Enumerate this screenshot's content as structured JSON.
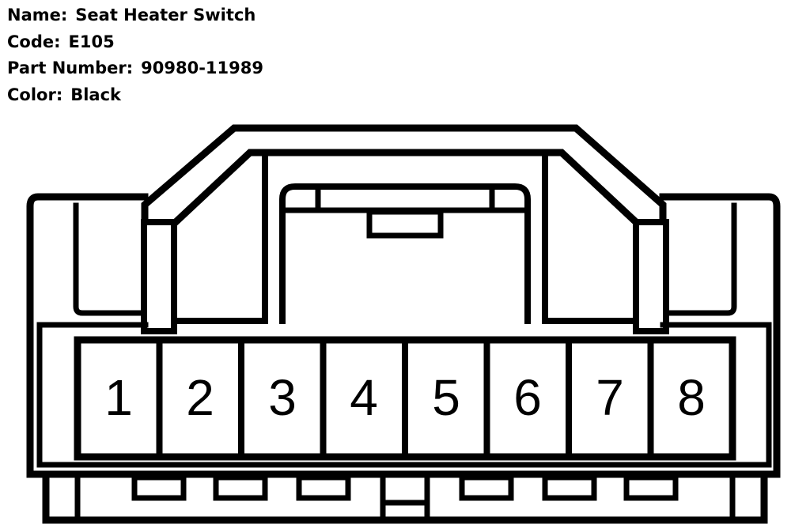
{
  "connector": {
    "fields": [
      {
        "label": "Name:",
        "value": "Seat Heater Switch"
      },
      {
        "label": "Code:",
        "value": "E105"
      },
      {
        "label": "Part Number:",
        "value": "90980-11989"
      },
      {
        "label": "Color:",
        "value": "Black"
      }
    ],
    "color_hex": "#000000",
    "pins": [
      "1",
      "2",
      "3",
      "4",
      "5",
      "6",
      "7",
      "8"
    ]
  }
}
